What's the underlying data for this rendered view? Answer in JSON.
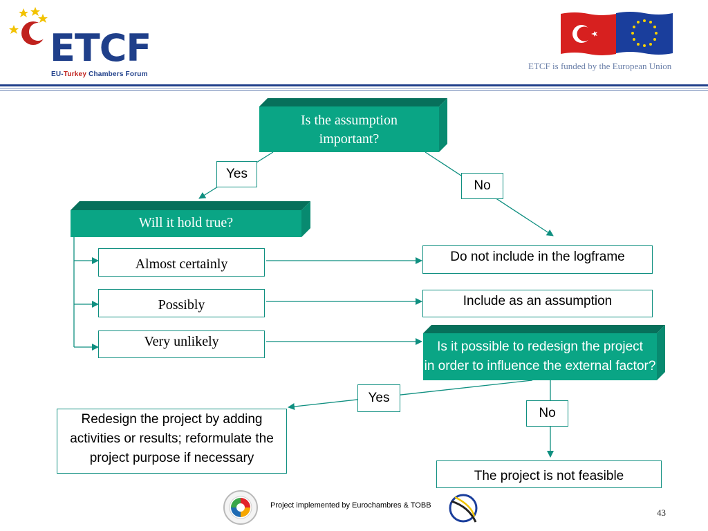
{
  "header": {
    "logo_text": "ETCF",
    "logo_sub_blue": "EU-",
    "logo_sub_red": "Turkey",
    "logo_sub_rest": " Chambers Forum",
    "funded_text": "ETCF is funded by the European Union"
  },
  "diagram": {
    "q1_line1": "Is the assumption",
    "q1_line2": "important?",
    "yes1": "Yes",
    "no1": "No",
    "q2": "Will it hold true?",
    "opt_almost": "Almost certainly",
    "opt_possibly": "Possibly",
    "opt_unlikely": "Very unlikely",
    "res_not_include": "Do not include in the logframe",
    "res_include": "Include as an assumption",
    "q3_line1": "Is it possible to redesign the project",
    "q3_line2": "in order to influence the external factor?",
    "yes2": "Yes",
    "no2": "No",
    "redesign_line1": "Redesign the project by adding",
    "redesign_line2": "activities or results; reformulate the",
    "redesign_line3": "project purpose if necessary",
    "not_feasible": "The project is not feasible"
  },
  "footer": {
    "implemented": "Project implemented by Eurochambres & TOBB",
    "page": "43"
  },
  "colors": {
    "teal": "#0aa585",
    "teal_dark": "#07705b",
    "teal_mid": "#088a70",
    "navy": "#1f3f8a",
    "red": "#c0221e"
  }
}
